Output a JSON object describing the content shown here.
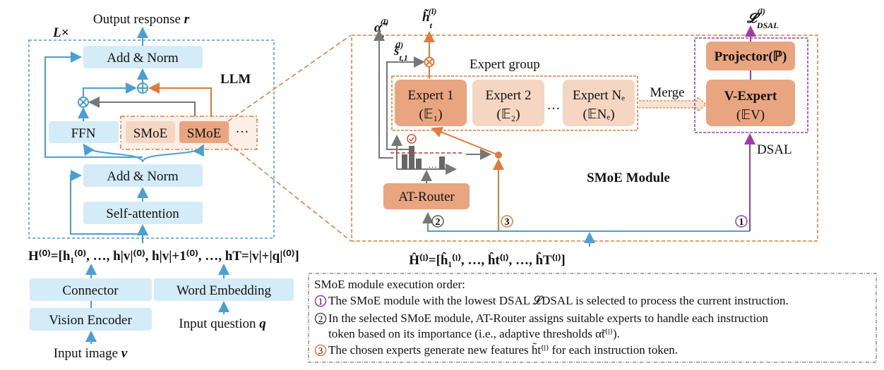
{
  "colors": {
    "llm_block": "#d4ecf7",
    "llm_border": "#4a9fd4",
    "smoe_dark": "#e9a580",
    "smoe_light": "#f5d6c3",
    "orange": "#e07b3c",
    "purple": "#a03ca8",
    "gray": "#777777",
    "threshold": "#c0392b"
  },
  "left": {
    "output": "Output response ",
    "output_var": "r",
    "repeat": "L×",
    "llm": "LLM",
    "add_norm_top": "Add & Norm",
    "ffn": "FFN",
    "smoe_1": "SMoE",
    "smoe_2": "SMoE",
    "smoe_more": "···",
    "add_norm_bottom": "Add & Norm",
    "self_attention": "Self-attention",
    "h0": "H⁽⁰⁾=[h₁⁽⁰⁾, …, h|v|⁽⁰⁾, h|v|+1⁽⁰⁾, …, hT=|v|+|q|⁽⁰⁾]",
    "connector": "Connector",
    "word_embedding": "Word Embedding",
    "vision_encoder": "Vision Encoder",
    "input_question": "Input question ",
    "input_question_var": "q",
    "input_image": "Input image ",
    "input_image_var": "v"
  },
  "right": {
    "alpha": "α̃",
    "alpha_sup": "(l)",
    "alpha_sub": "t",
    "h": "h̃",
    "h_sup": "(l)",
    "h_sub": "t",
    "s": "s̃",
    "s_sup": "(l)",
    "s_sub": "t,1",
    "loss": "𝓛",
    "loss_sup": "(l)",
    "loss_sub": "DSAL",
    "expert_group": "Expert group",
    "experts": [
      {
        "name": "Expert 1",
        "symbol": "(𝔼₁)"
      },
      {
        "name": "Expert 2",
        "symbol": "(𝔼₂)"
      },
      {
        "name": "Expert Nₑ",
        "symbol": "(𝔼Nₑ)"
      }
    ],
    "experts_ellipsis": "…",
    "merge": "Merge",
    "projector": "Projector(ℙ)",
    "v_expert": "V-Expert",
    "v_expert_symbol": "(𝔼V)",
    "dsal": "DSAL",
    "module_title": "SMoE Module",
    "router": "AT-Router",
    "hist_ellipsis": "…",
    "steps": [
      "①",
      "②",
      "③"
    ],
    "h_hat": "Ĥ⁽ˡ⁾=[ĥ₁⁽ˡ⁾, …, ĥt⁽ˡ⁾, …, ĥT⁽ˡ⁾]"
  },
  "legend": {
    "title": "SMoE module execution order:",
    "items": [
      {
        "num": "1",
        "text": "The SMoE module with the lowest DSAL 𝓛DSAL is selected to process the current instruction."
      },
      {
        "num": "2",
        "text": "In the selected SMoE module, AT-Router assigns suitable experts to handle each instruction"
      },
      {
        "num": "",
        "text": "token based on its importance (i.e., adaptive thresholds α̃t⁽ˡ⁾)."
      },
      {
        "num": "3",
        "text": "The chosen experts generate new features h̃t⁽ˡ⁾ for each instruction token."
      }
    ]
  }
}
